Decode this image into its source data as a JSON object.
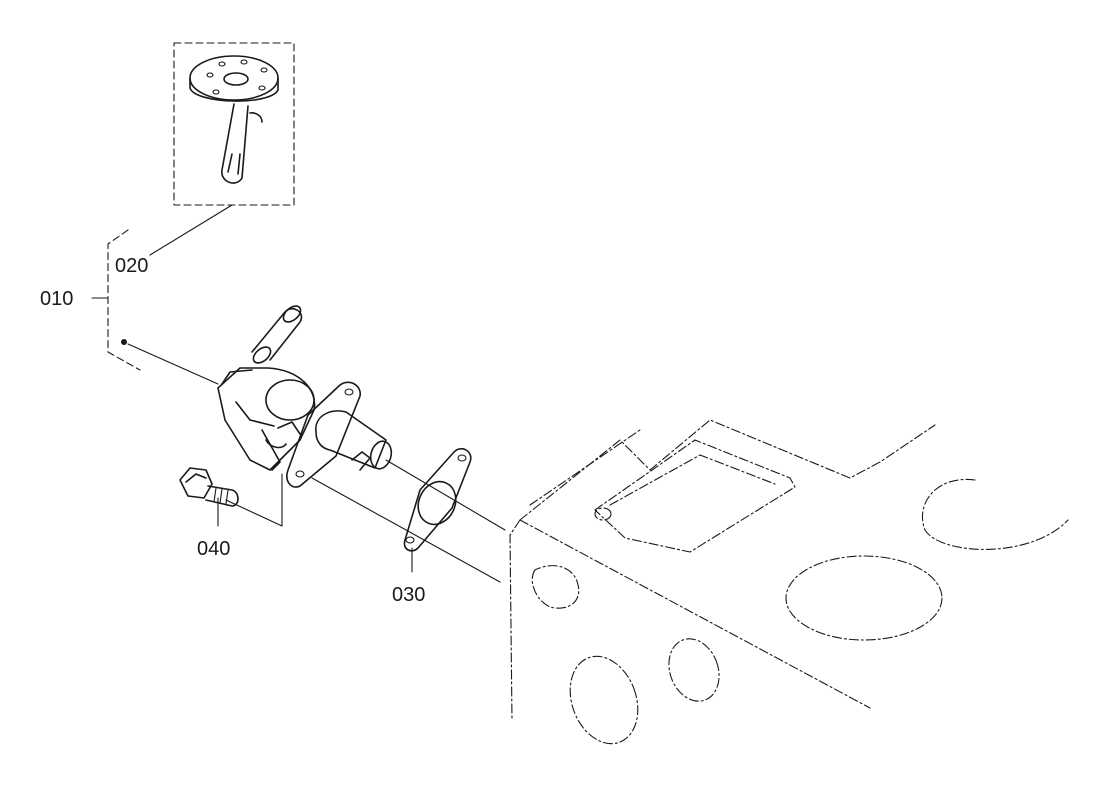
{
  "diagram": {
    "callouts": [
      {
        "id": "010",
        "label": "010"
      },
      {
        "id": "020",
        "label": "020"
      },
      {
        "id": "030",
        "label": "030"
      },
      {
        "id": "040",
        "label": "040"
      }
    ]
  }
}
